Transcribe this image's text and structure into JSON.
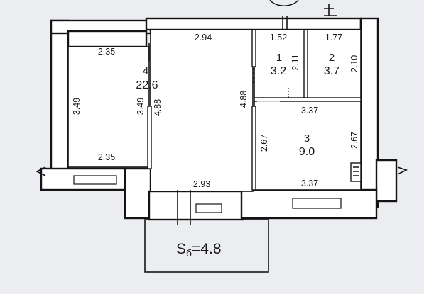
{
  "plan": {
    "rooms": [
      {
        "number": "1",
        "area": "3.2"
      },
      {
        "number": "2",
        "area": "3.7"
      },
      {
        "number": "3",
        "area": "9.0"
      },
      {
        "number": "4",
        "area": "22.6"
      }
    ],
    "balcony": {
      "label_main": "S",
      "label_sub": "б",
      "label_value": "=4.8"
    },
    "dimensions": {
      "room4_top": "2.35",
      "room4_bottom": "2.35",
      "room4_left": "3.49",
      "room4_right": "3.49",
      "room4_inner": "4.88",
      "hall_top": "2.94",
      "hall_bottom": "2.93",
      "hall_right": "4.88",
      "room1_top": "1.52",
      "room1_side": "2.11",
      "room2_top": "1.77",
      "room2_side": "2.10",
      "room3_top": "3.37",
      "room3_bottom": "3.37",
      "room3_left": "2.67",
      "room3_right": "2.67"
    }
  }
}
